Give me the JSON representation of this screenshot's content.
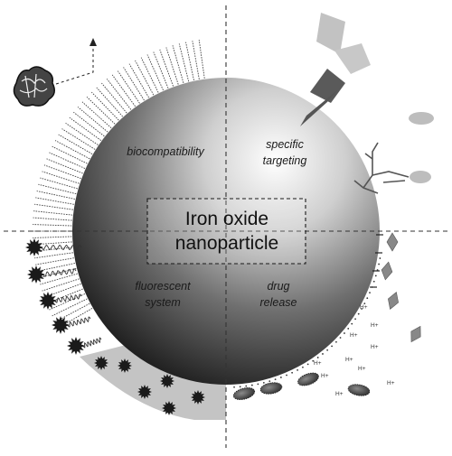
{
  "center_label": {
    "line1": "Iron oxide",
    "line2": "nanoparticle"
  },
  "quadrants": {
    "top_left": {
      "line1": "biocompatibility",
      "line2": ""
    },
    "top_right": {
      "line1": "specific",
      "line2": "targeting"
    },
    "bottom_left": {
      "line1": "fluorescent",
      "line2": "system"
    },
    "bottom_right": {
      "line1": "drug",
      "line2": "release"
    }
  },
  "proton_label": "H+",
  "colors": {
    "sphere_light": "#ffffff",
    "sphere_dark": "#151515",
    "dye_star": "#1a1a1a",
    "shell": "#c4c4c4",
    "targeting_ligand": "#555555",
    "receptor": "#bdbdbd",
    "drug_diamond": "#888888",
    "divider_line": "#333333"
  },
  "icons": [
    "protein-icon",
    "polymer-brush",
    "targeting-ligand",
    "receptor",
    "antibody-icon",
    "fluorescent-dye-star",
    "drug-diamond",
    "drug-capsule",
    "proton-label"
  ]
}
